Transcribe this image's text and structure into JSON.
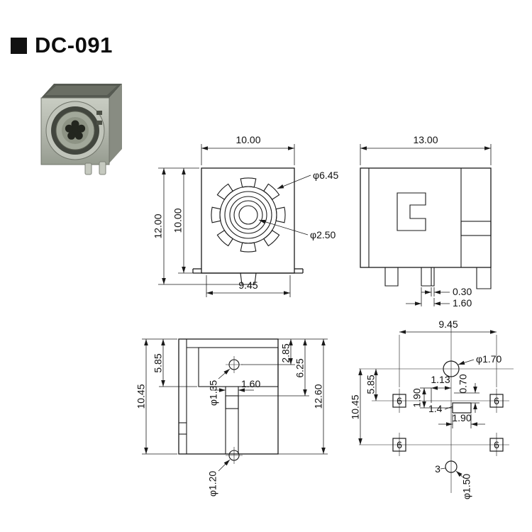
{
  "title": "DC-091",
  "colors": {
    "line": "#1a1a1a",
    "background": "#ffffff"
  },
  "front_view": {
    "width_top": "10.00",
    "height_outer": "12.00",
    "height_inner": "10.00",
    "dia_outer": "φ6.45",
    "dia_inner": "φ2.50",
    "width_bottom": "9.45"
  },
  "side_view": {
    "width_top": "13.00",
    "gap": "0.30",
    "pin_width": "1.60"
  },
  "section_view": {
    "height_upper": "5.85",
    "height_total": "10.45",
    "dia_top_hole": "φ1.35",
    "slot_width": "1.60",
    "depth_a": "2.85",
    "depth_b": "6.25",
    "height_right": "12.60",
    "dia_bottom_hole": "φ1.20"
  },
  "footprint_view": {
    "width_top": "9.45",
    "height_upper": "5.85",
    "height_total": "10.45",
    "offset_x": "1.13",
    "pitch_v": "1.90",
    "offset_y": "0.70",
    "slot_len": "1.4",
    "pitch_h": "1.90",
    "dia_main_hole": "φ1.70",
    "dia_pin_hole": "φ1.50",
    "pad_size": "6",
    "pin_label": "3"
  }
}
